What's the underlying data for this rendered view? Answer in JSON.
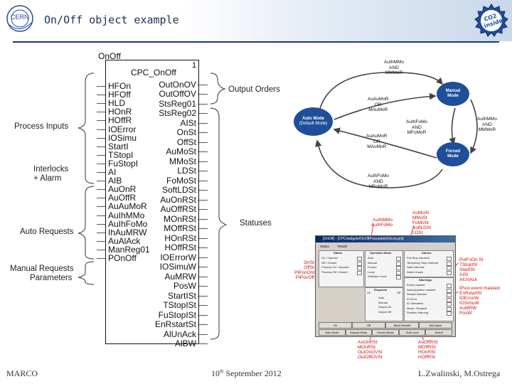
{
  "header": {
    "title": "On/Off object example",
    "logo_left_text": "CERN",
    "logo_right_text": "CO2 inside"
  },
  "block": {
    "type_label": "OnOff",
    "instance_name": "CPC_OnOff",
    "instance_number": "1",
    "inputs": [
      "HFOn",
      "HFOff",
      "HLD",
      "HOnR",
      "HOffR",
      "IOError",
      "IOSimu",
      "StartI",
      "TStopI",
      "FuStopI",
      "AI",
      "AIB",
      "AuOnR",
      "AuOffR",
      "AuAuMoR",
      "AuIhMMo",
      "AuIhFoMo",
      "IhAuMRW",
      "AuAlAck",
      "ManReg01",
      "POnOff"
    ],
    "outputs": [
      "OutOnOV",
      "OutOffOV",
      "StsReg01",
      "StsReg02",
      "AISt",
      "OnSt",
      "OffSt",
      "AuMoSt",
      "MMoSt",
      "LDSt",
      "FoMoSt",
      "SoftLDSt",
      "AuOnRSt",
      "AuOffRSt",
      "MOnRSt",
      "MOffRSt",
      "HOnRSt",
      "HOffRSt",
      "IOErrorW",
      "IOSimuW",
      "AuMRW",
      "PosW",
      "StartISt",
      "TStopISt",
      "FuStopISt",
      "EnRstartSt",
      "AlUnAck",
      "AlBW"
    ]
  },
  "labels": {
    "process_inputs": "Process Inputs",
    "interlocks_line1": "Interlocks",
    "interlocks_line2": "+ Alarm",
    "auto_requests": "Auto Requests",
    "manual_requests": "Manual Requests",
    "parameters": "Parameters",
    "output_orders": "Output Orders",
    "statuses": "Statuses"
  },
  "state_diagram": {
    "nodes": {
      "auto": [
        "Auto Mode",
        "(Default Mode)"
      ],
      "manual": [
        "Manual",
        "Mode"
      ],
      "forced": [
        "Forced",
        "Mode"
      ]
    },
    "transitions": {
      "top": [
        "AuIhMMo",
        "AND",
        "MMMoR"
      ],
      "auto_to_manual": [
        "AuAuMoR",
        "OR",
        "MAuMoR"
      ],
      "manual_to_forced": [
        "AuIhFoMo",
        "AND",
        "MFoMoR"
      ],
      "right": [
        "AuIhMMo",
        "AND",
        "MMMoR"
      ],
      "forced_to_auto": [
        "AuAuMoR",
        "OR",
        "MAuMoR"
      ],
      "bottom": [
        "AuIhFoMo",
        "AND",
        "MFoMoR"
      ]
    }
  },
  "panel_annotations": {
    "top_left": [
      "AuIhMMo",
      "AuIhFoMo"
    ],
    "top_right": [
      "AuMoSt",
      "MMoSt",
      "FoMoSt",
      "SoftLDSt",
      "LDSt"
    ],
    "left": [
      "OnSt",
      "OffSt",
      "PIPonOnOff",
      "PIPonOff"
    ],
    "right": [
      "PulFoOn St",
      "TStopISt",
      "StartISt",
      "AISt",
      "AlUnAck"
    ],
    "right_lower": [
      "IPsst event masked",
      "EnRstartSt",
      "IOErrorW",
      "IOSimuW",
      "AuMRW",
      "PosW"
    ],
    "bottom_left": [
      "AuOnRSt",
      "MOnRSt",
      "OutOnOVSt",
      "OutOffOVSt"
    ],
    "bottom_right": [
      "AuOffRSt",
      "MOffRSt",
      "HOnRSt",
      "HOffRSt"
    ]
  },
  "panel": {
    "title": "[OnOff]  -  [CPC/widgets/OnOff/FaceplateUnicos.pnl]",
    "tabs": [
      "Status",
      "Trends"
    ],
    "status_heading": "Status",
    "status_items": [
      "On / Opened",
      "Off / Closed",
      "Process On / Opened",
      "Process Off / Closed"
    ],
    "mode_heading": "Operation Mode",
    "mode_items": [
      "Auto",
      "Manual",
      "Forced",
      "Local",
      "Software Local"
    ],
    "requests_heading": "Requests",
    "requests_cols": [
      "On",
      "Off"
    ],
    "requests_items": [
      "Auto",
      "Manual",
      "Output On",
      "Output Off"
    ],
    "alarms_heading": "Alarms",
    "alarms_items": [
      "Full Stop Interlock",
      "Temporary Stop Interlock",
      "Start Interlock",
      "Alarm Unack"
    ],
    "warnings_heading": "Warnings",
    "warnings_items": [
      "Event masked",
      "Alarm/position masked",
      "Restart Needed",
      "IO Error",
      "IO Simulated",
      "Mode / Request",
      "Position Warning"
    ],
    "bottom_row1": [
      "On",
      "Off",
      "Allow Restart",
      "Ack Alarm"
    ],
    "bottom_row2": [
      "Auto Mode",
      "Manual Mode",
      "Forced Mode",
      "Soft Local",
      "Select"
    ]
  },
  "footer": {
    "left": "MARCO",
    "center_prefix": "10",
    "center_sup": "th",
    "center_suffix": " September 2012",
    "right": "L.Zwalinski, M.Ostrega"
  },
  "colors": {
    "header_text": "#1f2f5a",
    "rule": "#1f3a6b",
    "state_node": "#1f4e9a",
    "annotation_red": "#d01010"
  }
}
